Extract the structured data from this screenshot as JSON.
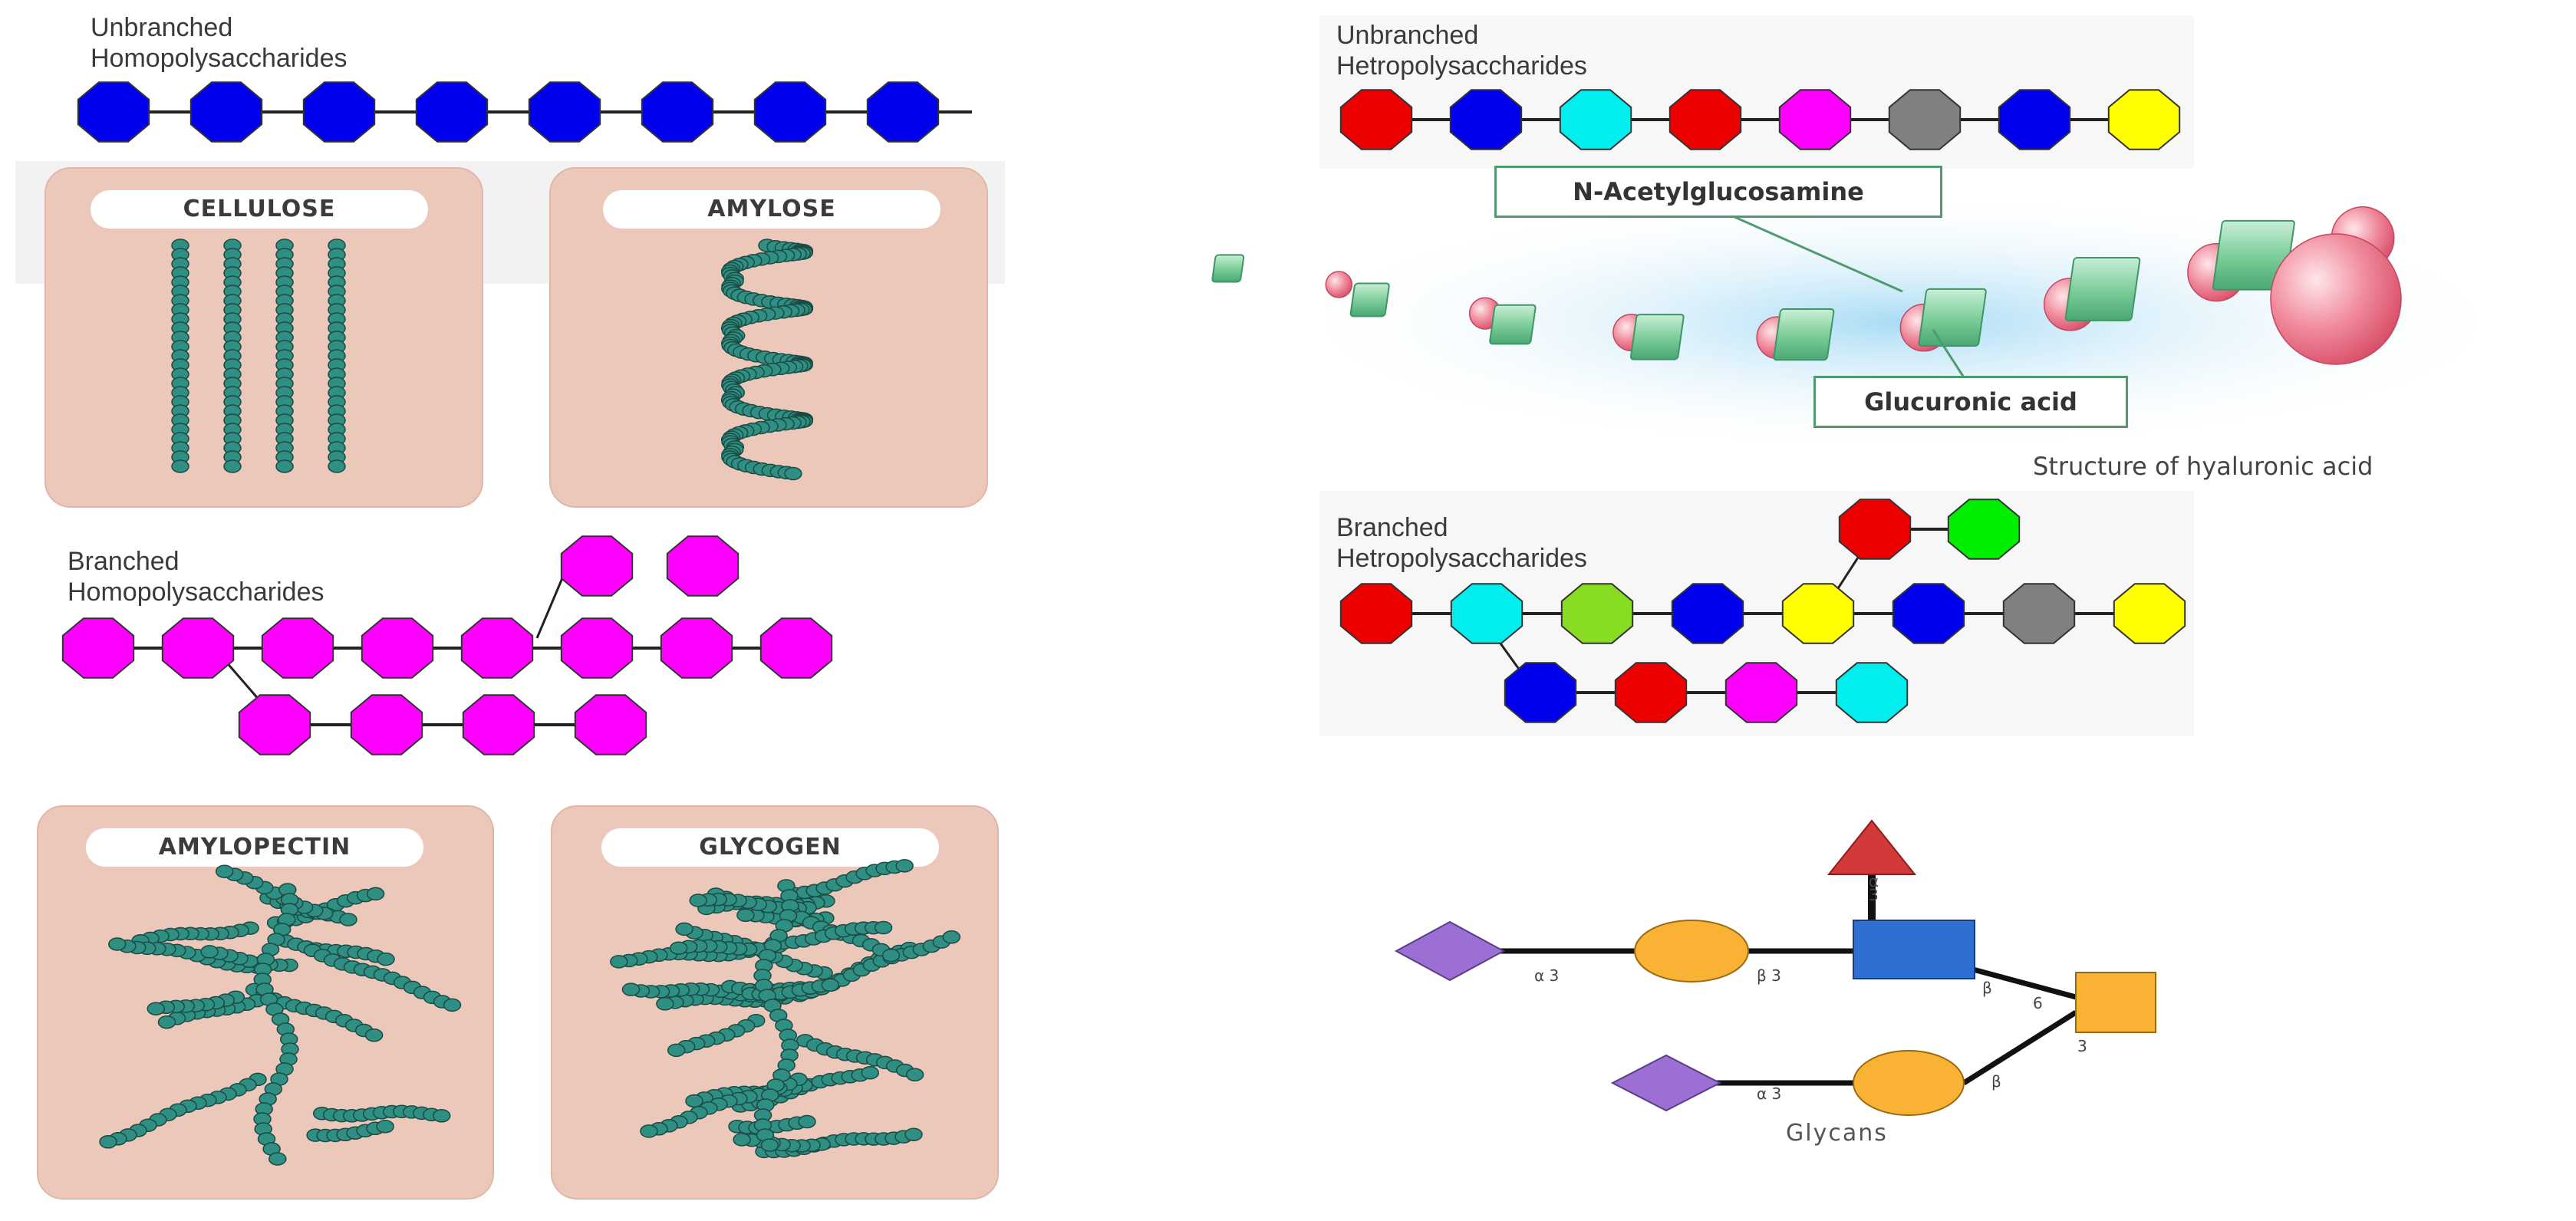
{
  "left": {
    "unbranched_homo_label": [
      "Unbranched",
      "Homopolysaccharides"
    ],
    "branched_homo_label": [
      "Branched",
      "Homopolysaccharides"
    ],
    "cellulose": "CELLULOSE",
    "amylose": "AMYLOSE",
    "amylopectin": "AMYLOPECTIN",
    "glycogen": "GLYCOGEN"
  },
  "right": {
    "unbranched_hetero_label": [
      "Unbranched",
      "Hetropolysaccharides"
    ],
    "branched_hetero_label": [
      "Branched",
      "Hetropolysaccharides"
    ],
    "nag_label": "N-Acetylglucosamine",
    "glucuronic_label": "Glucuronic acid",
    "hyaluronic_caption": "Structure of hyaluronic acid",
    "glycans_caption": "Glycans",
    "linkage_labels": {
      "top_a3": "α 3",
      "top_b3": "β 3",
      "vert_a3": "α3",
      "b_right": "β",
      "six": "6",
      "three": "3",
      "bottom_a3": "α 3",
      "bottom_b": "β"
    }
  },
  "colors": {
    "blue": "#0000ee",
    "magenta": "#ff00ff",
    "red": "#ee0000",
    "cyan": "#00eeee",
    "gray": "#808080",
    "yellow": "#ffff00",
    "green": "#00ee00",
    "lime": "#88dd22",
    "panel": "#ecc8bb",
    "strand": "#2f8f82"
  },
  "unbranched_homo_chain": [
    "blue",
    "blue",
    "blue",
    "blue",
    "blue",
    "blue",
    "blue",
    "blue"
  ],
  "branched_homo_main": [
    "magenta",
    "magenta",
    "magenta",
    "magenta",
    "magenta",
    "magenta",
    "magenta",
    "magenta"
  ],
  "branched_homo_branch": [
    "magenta",
    "magenta",
    "magenta",
    "magenta"
  ],
  "branched_homo_top": [
    "magenta",
    "magenta"
  ],
  "unbranched_hetero_chain": [
    "red",
    "blue",
    "cyan",
    "red",
    "magenta",
    "gray",
    "blue",
    "yellow"
  ],
  "branched_hetero_main": [
    "red",
    "cyan",
    "lime",
    "blue",
    "yellow",
    "blue",
    "gray",
    "yellow"
  ],
  "branched_hetero_branch": [
    "blue",
    "red",
    "magenta",
    "cyan"
  ],
  "branched_hetero_top": [
    "red",
    "green"
  ]
}
